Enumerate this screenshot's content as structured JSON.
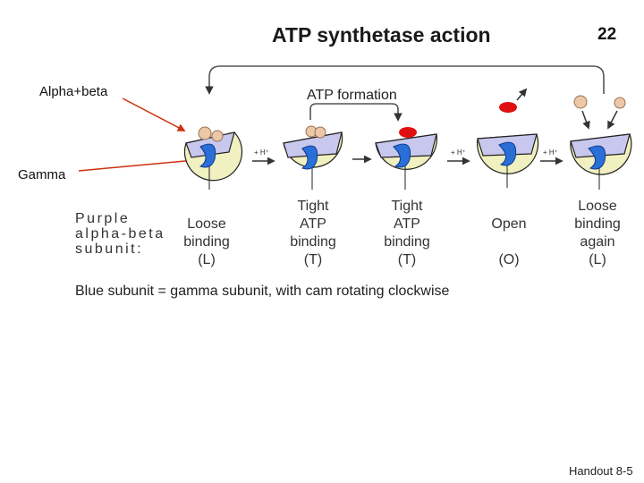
{
  "title": "ATP synthetase action",
  "slide_number": "22",
  "annotations": {
    "alpha_beta": "Alpha+beta",
    "gamma": "Gamma"
  },
  "atp_formation": "ATP formation",
  "proton_label": "+ H⁺",
  "purple_label": [
    "Purple",
    "alpha-beta",
    "subunit:"
  ],
  "stages": [
    {
      "lines": [
        "Loose",
        "binding",
        "(L)"
      ]
    },
    {
      "lines": [
        "Tight",
        "ATP",
        "binding",
        "(T)"
      ]
    },
    {
      "lines": [
        "Tight",
        "ATP",
        "binding",
        "(T)"
      ]
    },
    {
      "lines": [
        "Open",
        "",
        "(O)"
      ]
    },
    {
      "lines": [
        "Loose",
        "binding",
        "again",
        "(L)"
      ]
    }
  ],
  "caption": "Blue subunit = gamma subunit, with cam rotating clockwise",
  "footer": "Handout 8-5",
  "colors": {
    "alpha_beta": "#c8c8ee",
    "cap": "#f0f0c0",
    "gamma": "#2a6fd8",
    "atp": "#e01010",
    "substrate": "#ecc8a8",
    "annotation_arrow": "#d03010"
  }
}
